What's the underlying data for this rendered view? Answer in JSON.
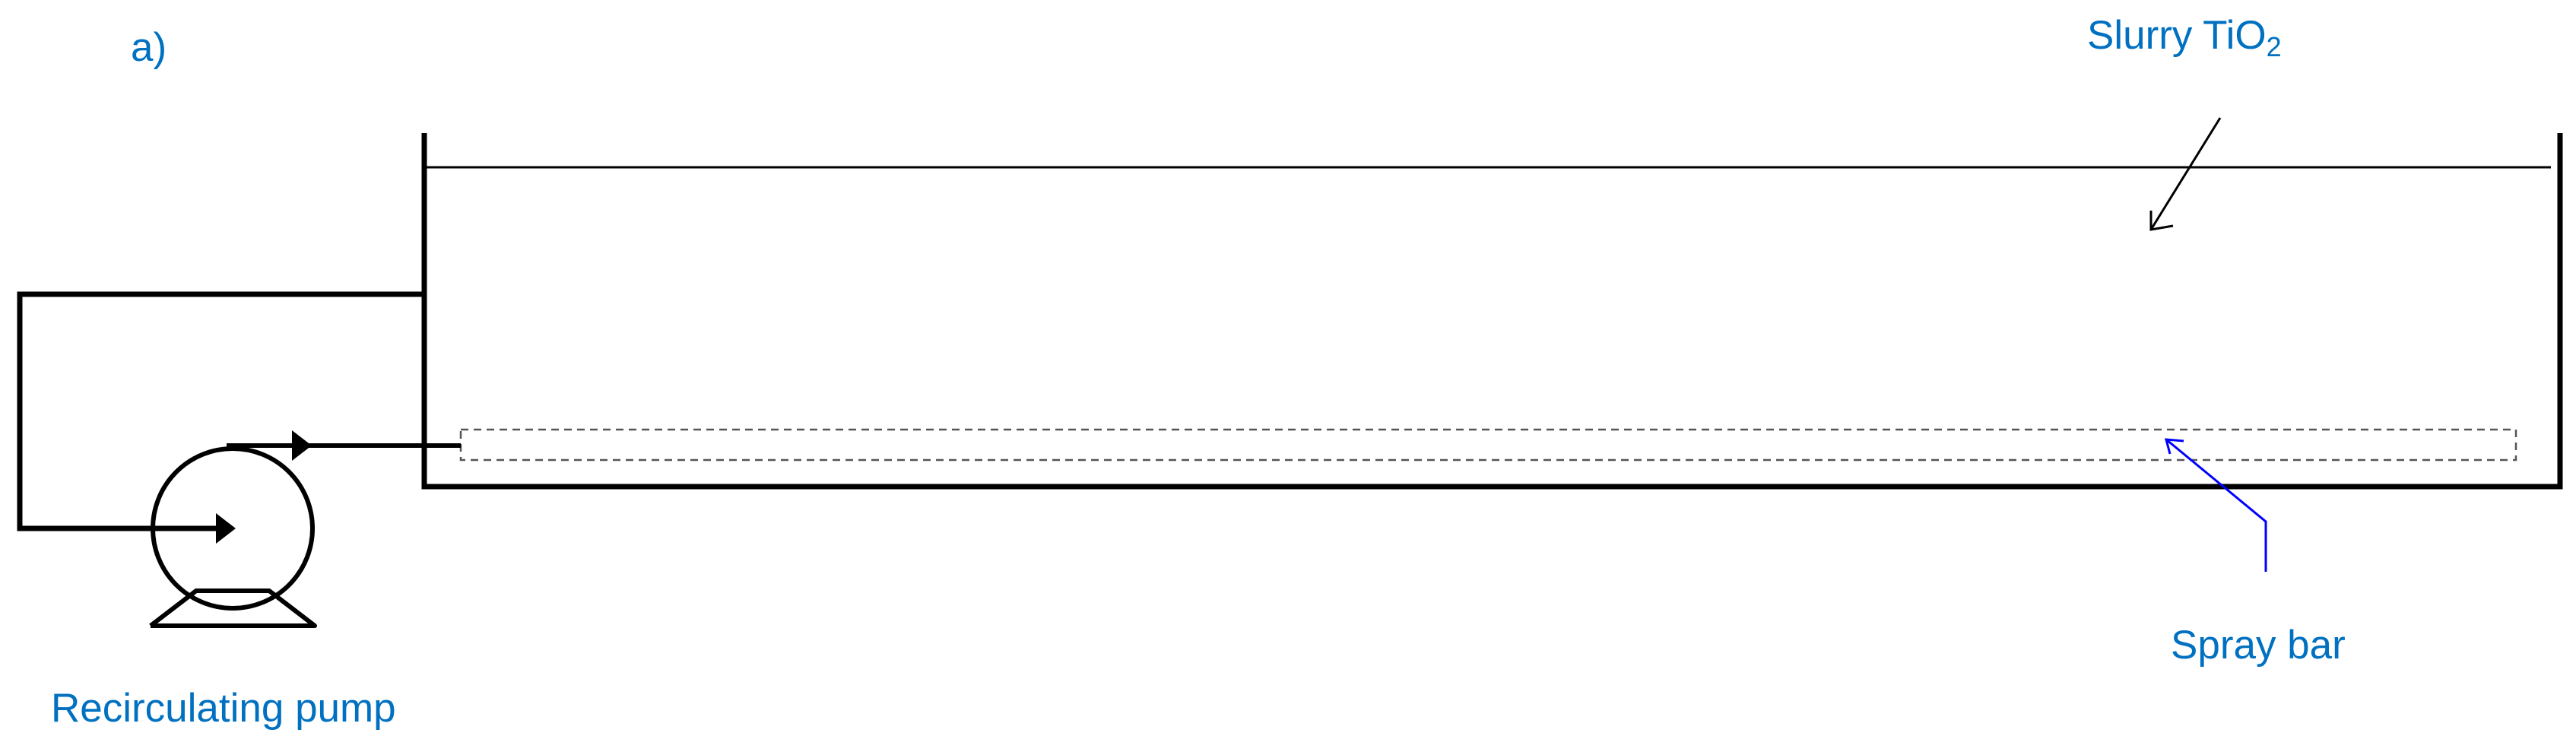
{
  "figure": {
    "panel_label": "a)",
    "labels": {
      "slurry": "Slurry TiO",
      "slurry_subscript": "2",
      "spray_bar": "Spray bar",
      "pump": "Recirculating pump"
    }
  },
  "colors": {
    "label_text": "#0070c0",
    "spray_bar_pointer": "#0000ff",
    "line": "#000000"
  }
}
